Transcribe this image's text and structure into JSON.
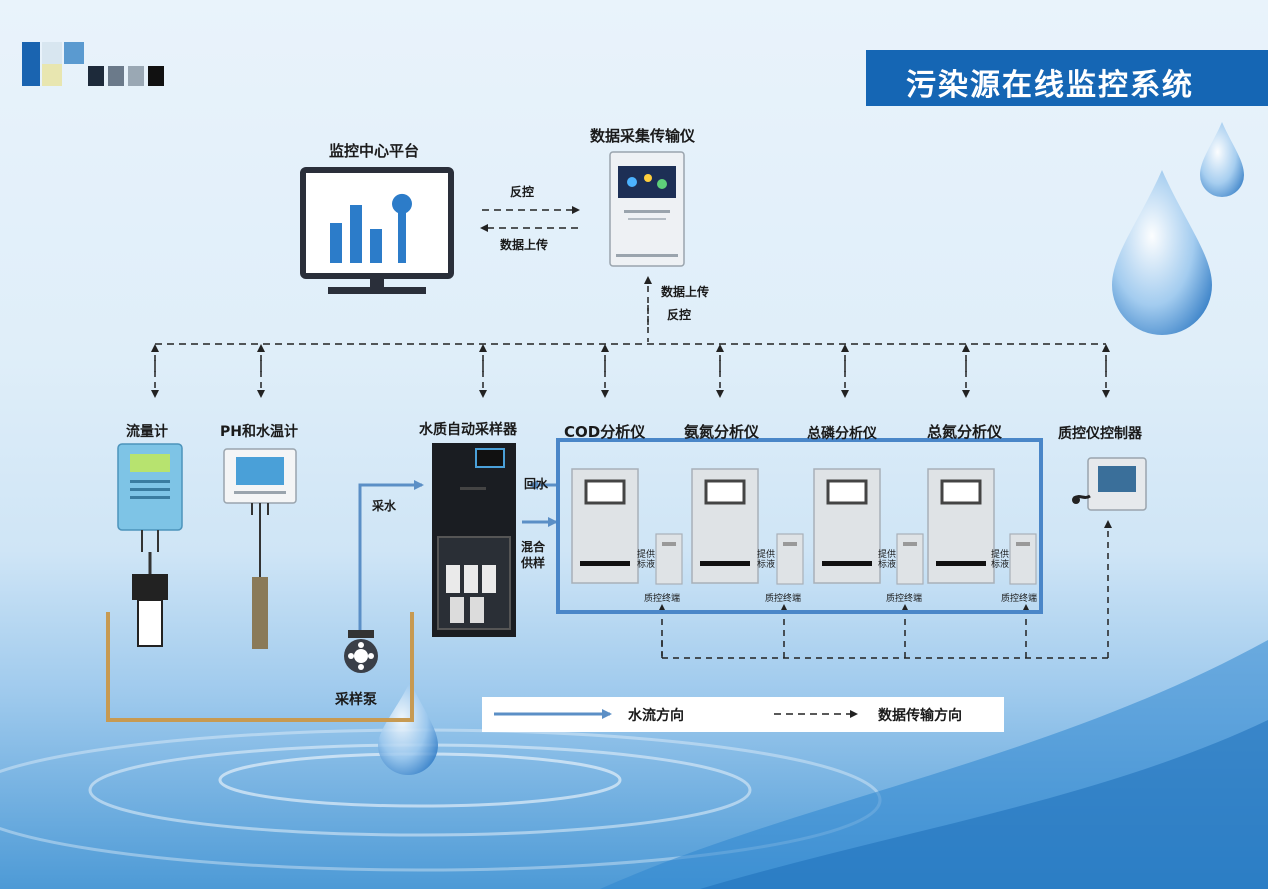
{
  "title": "污染源在线监控系统",
  "nodes": {
    "monitor_platform": "监控中心平台",
    "data_collector": "数据采集传输仪",
    "flow_meter": "流量计",
    "ph_meter": "PH和水温计",
    "auto_sampler": "水质自动采样器",
    "cod_analyzer": "COD分析仪",
    "ammonia_analyzer": "氨氮分析仪",
    "phosphorus_analyzer": "总磷分析仪",
    "nitrogen_analyzer": "总氮分析仪",
    "qc_controller": "质控仪控制器",
    "sampling_pump": "采样泵"
  },
  "edge_labels": {
    "reverse_control": "反控",
    "data_upload": "数据上传",
    "sample_water": "采水",
    "return_water": "回水",
    "mixed_supply_line1": "混合",
    "mixed_supply_line2": "供样",
    "qc_terminal": "质控终端",
    "provide_standard_line1": "提供",
    "provide_standard_line2": "标液"
  },
  "legend": {
    "water_flow": "水流方向",
    "data_flow": "数据传输方向"
  },
  "colors": {
    "title_bar": "#1566b4",
    "water_line": "#5b8fc6",
    "data_line": "#222222",
    "analyzer_frame": "#4a86c8"
  }
}
